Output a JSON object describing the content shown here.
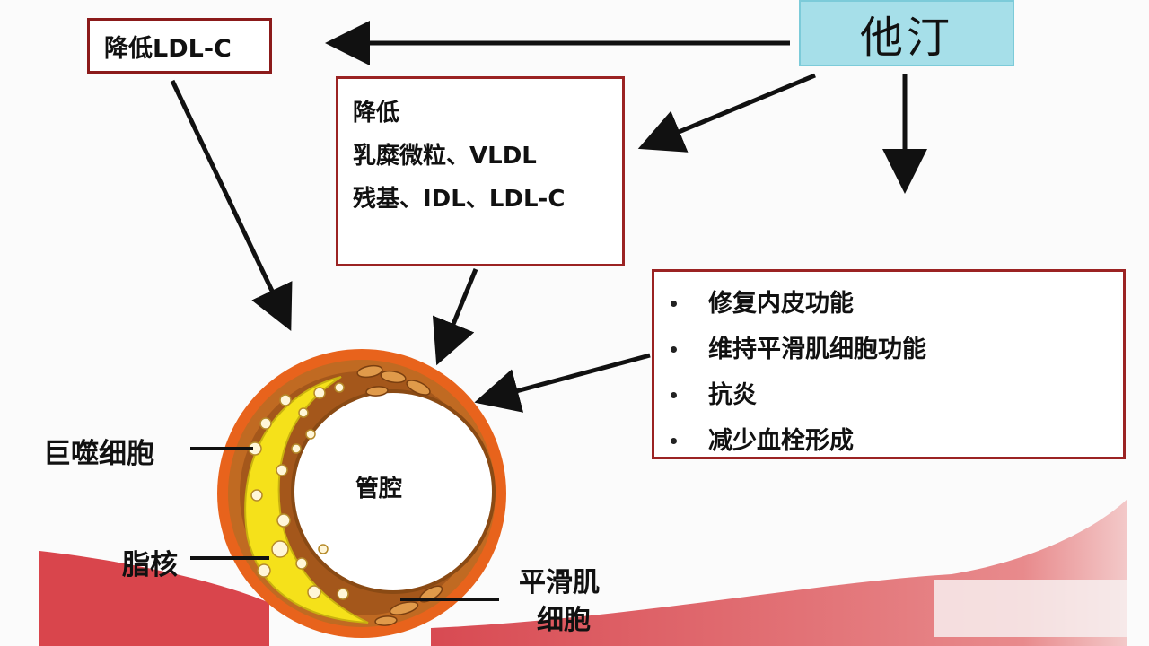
{
  "statin": {
    "label": "他汀"
  },
  "ldl_box": {
    "label": "降低LDL-C"
  },
  "lipoprotein_box": {
    "lines": [
      "降低",
      "乳糜微粒、VLDL",
      "残基、IDL、LDL-C"
    ]
  },
  "effects_box": {
    "items": [
      "修复内皮功能",
      "维持平滑肌细胞功能",
      "抗炎",
      "减少血栓形成"
    ]
  },
  "vessel": {
    "lumen_label": "管腔",
    "macrophage_label": "巨噬细胞",
    "lipid_core_label": "脂核",
    "smooth_muscle_label_line1": "平滑肌",
    "smooth_muscle_label_line2": "细胞"
  },
  "colors": {
    "statin_fill": "#a6dfe9",
    "box_border": "#9b2323",
    "vessel_outer": "#e8631c",
    "vessel_wall": "#b5651d",
    "lipid_core": "#f5e11a",
    "tissue": "#d9454c"
  }
}
